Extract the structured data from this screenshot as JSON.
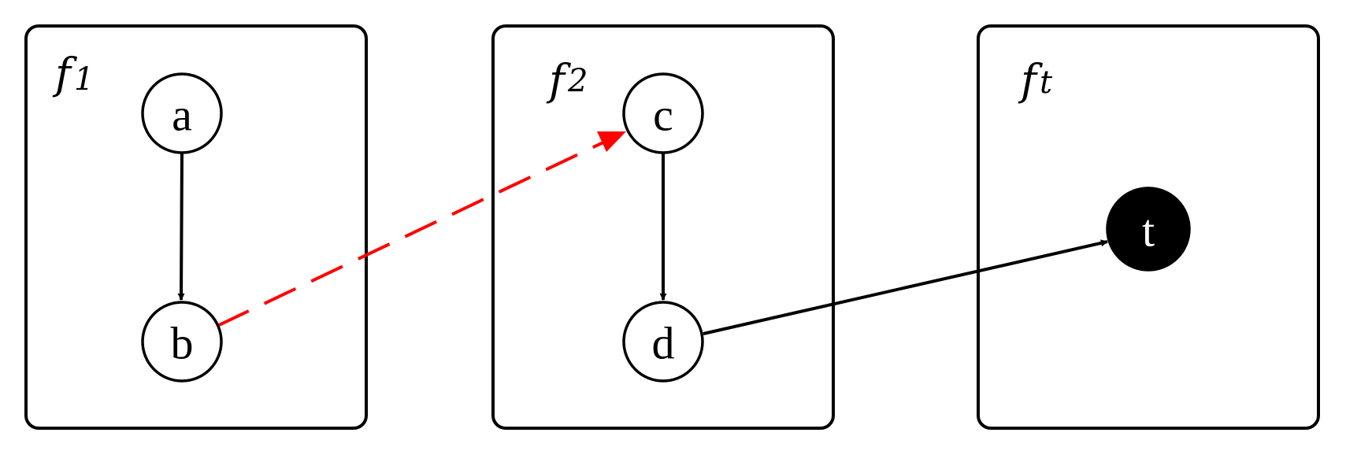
{
  "clusters": [
    {
      "id": "f1",
      "base": "f",
      "sub": "1"
    },
    {
      "id": "f2",
      "base": "f",
      "sub": "2"
    },
    {
      "id": "ft",
      "base": "f",
      "sub": "t"
    }
  ],
  "nodes": [
    {
      "id": "a",
      "label": "a",
      "fill": "#ffffff",
      "text_color": "#000000"
    },
    {
      "id": "b",
      "label": "b",
      "fill": "#ffffff",
      "text_color": "#000000"
    },
    {
      "id": "c",
      "label": "c",
      "fill": "#ffffff",
      "text_color": "#000000"
    },
    {
      "id": "d",
      "label": "d",
      "fill": "#ffffff",
      "text_color": "#000000"
    },
    {
      "id": "t",
      "label": "t",
      "fill": "#000000",
      "text_color": "#ffffff"
    }
  ],
  "edges": [
    {
      "from": "a",
      "to": "b",
      "style": "solid",
      "color": "#000000"
    },
    {
      "from": "b",
      "to": "c",
      "style": "dashed",
      "color": "#ff0000"
    },
    {
      "from": "c",
      "to": "d",
      "style": "solid",
      "color": "#000000"
    },
    {
      "from": "d",
      "to": "t",
      "style": "solid",
      "color": "#000000"
    }
  ]
}
